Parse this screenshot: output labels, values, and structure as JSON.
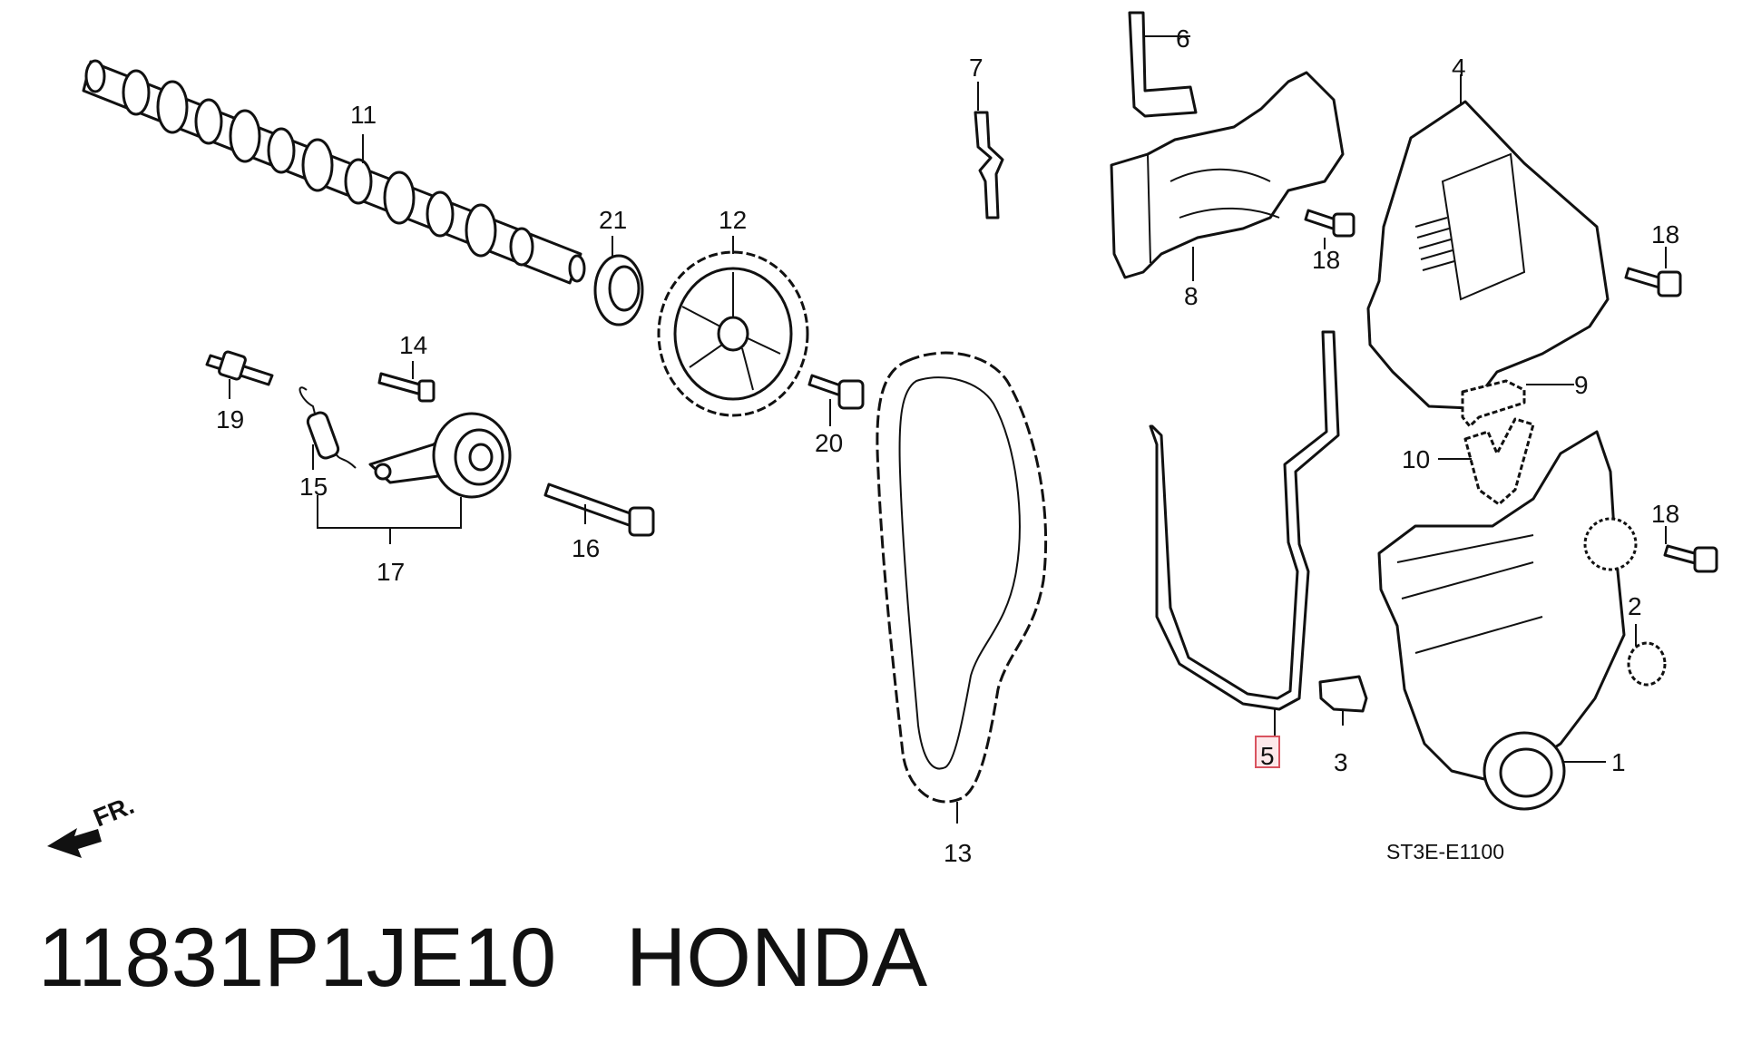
{
  "diagram": {
    "drawing_code": "ST3E-E1100",
    "front_marker": "FR.",
    "highlight_color": "#d9535f",
    "callouts": [
      {
        "id": "1",
        "label": "1"
      },
      {
        "id": "2",
        "label": "2"
      },
      {
        "id": "3",
        "label": "3"
      },
      {
        "id": "4",
        "label": "4"
      },
      {
        "id": "5",
        "label": "5",
        "highlighted": true
      },
      {
        "id": "6",
        "label": "6"
      },
      {
        "id": "7",
        "label": "7"
      },
      {
        "id": "8",
        "label": "8"
      },
      {
        "id": "9",
        "label": "9"
      },
      {
        "id": "10",
        "label": "10"
      },
      {
        "id": "11",
        "label": "11"
      },
      {
        "id": "12",
        "label": "12"
      },
      {
        "id": "13",
        "label": "13"
      },
      {
        "id": "14",
        "label": "14"
      },
      {
        "id": "15",
        "label": "15"
      },
      {
        "id": "16",
        "label": "16"
      },
      {
        "id": "17",
        "label": "17"
      },
      {
        "id": "18a",
        "label": "18"
      },
      {
        "id": "18b",
        "label": "18"
      },
      {
        "id": "18c",
        "label": "18"
      },
      {
        "id": "19",
        "label": "19"
      },
      {
        "id": "20",
        "label": "20"
      },
      {
        "id": "21",
        "label": "21"
      }
    ]
  },
  "caption": {
    "part_number": "11831P1JE10",
    "brand": "HONDA"
  }
}
